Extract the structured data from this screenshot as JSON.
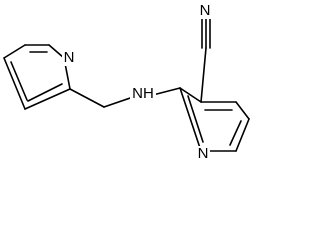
{
  "molecule": {
    "atom_labels": {
      "nitrile_n": "N",
      "pyridine_left_n": "N",
      "amine_nh": "NH",
      "pyridine_right_n": "N"
    }
  },
  "colors": {
    "bond": "#000000",
    "label": "#000000",
    "background": "#ffffff"
  }
}
